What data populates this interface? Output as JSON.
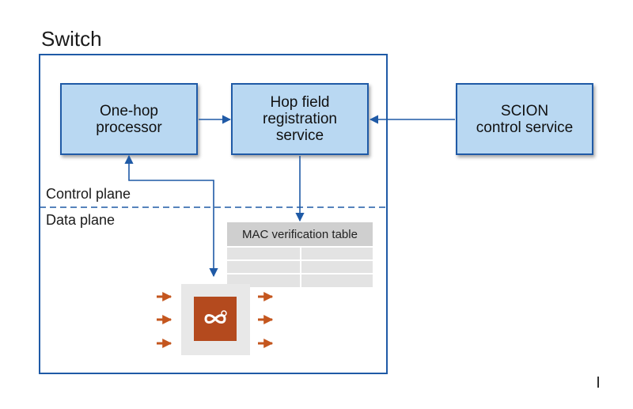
{
  "diagram": {
    "switch_title": "Switch",
    "nodes": {
      "one_hop_processor": "One-hop\nprocessor",
      "hop_field_registration": "Hop field\nregistration\nservice",
      "scion_control_service": "SCION\ncontrol service"
    },
    "planes": {
      "control": "Control plane",
      "data": "Data plane"
    },
    "mac_table": {
      "header": "MAC verification table"
    },
    "colors": {
      "accent": "#1f5aa6",
      "node_fill": "#b9d8f2",
      "chip": "#b44a1e",
      "arrow_orange": "#c4561e"
    },
    "icons": [
      "infinity-chip-icon",
      "arrow-right-icon"
    ]
  }
}
